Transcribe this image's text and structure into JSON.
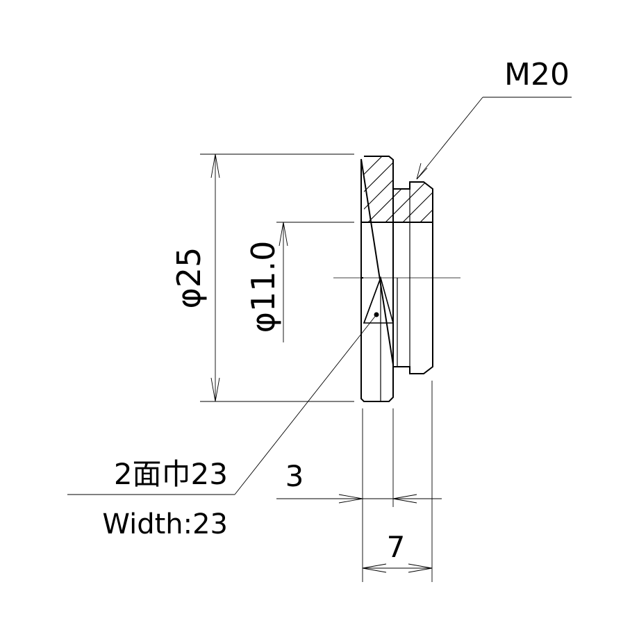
{
  "labels": {
    "thread": "M20",
    "outer_diameter": "φ25",
    "bore_diameter": "φ11.0",
    "across_flats_jp": "2面巾23",
    "across_flats_en": "Width:23",
    "flange_thickness": "3",
    "total_length": "7"
  },
  "colors": {
    "line": "#000000",
    "background": "#ffffff"
  }
}
